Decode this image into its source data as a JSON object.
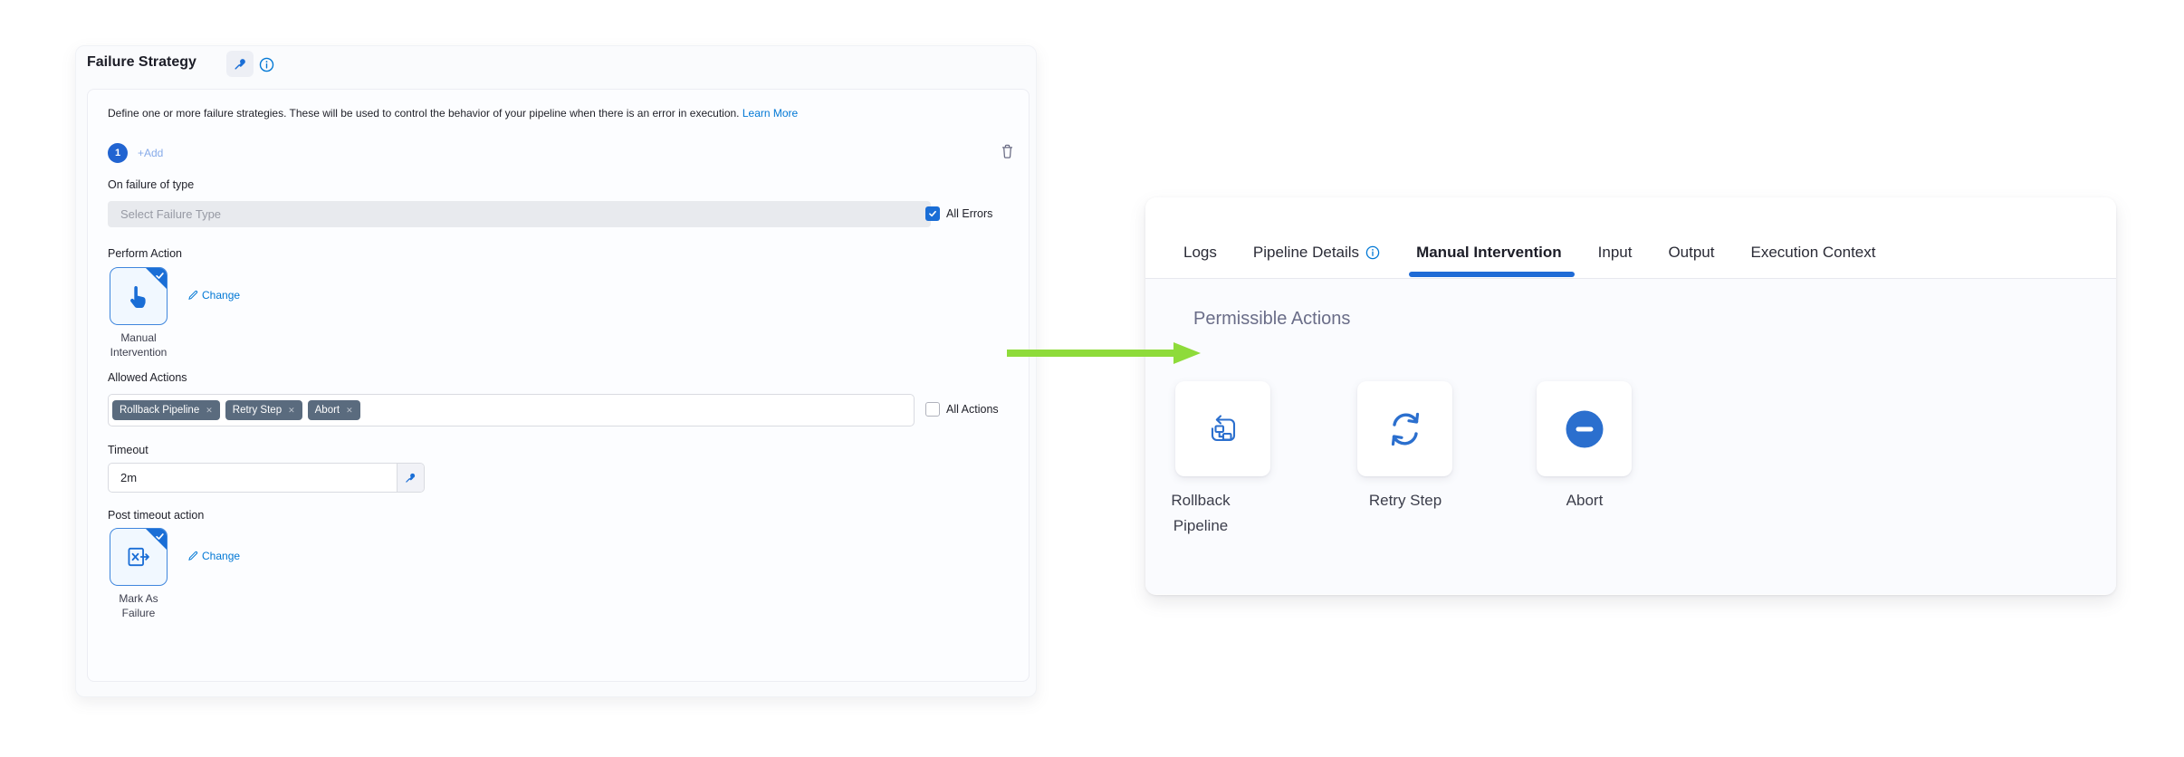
{
  "left_panel": {
    "title": "Failure Strategy",
    "description": "Define one or more failure strategies. These will be used to control the behavior of your pipeline when there is an error in execution.",
    "learn_more": "Learn More",
    "strategy_index": "1",
    "add_label": "+Add",
    "fields": {
      "failure_type_label": "On failure of type",
      "failure_type_placeholder": "Select Failure Type",
      "all_errors_label": "All Errors",
      "perform_action_label": "Perform Action",
      "perform_action_change": "Change",
      "perform_action_name": "Manual Intervention",
      "allowed_actions_label": "Allowed Actions",
      "allowed_actions_tags": [
        "Rollback Pipeline",
        "Retry Step",
        "Abort"
      ],
      "all_actions_label": "All Actions",
      "timeout_label": "Timeout",
      "timeout_value": "2m",
      "post_timeout_label": "Post timeout action",
      "post_timeout_change": "Change",
      "post_timeout_name": "Mark As Failure"
    }
  },
  "right_panel": {
    "tabs": [
      {
        "label": "Logs"
      },
      {
        "label": "Pipeline Details"
      },
      {
        "label": "Manual Intervention"
      },
      {
        "label": "Input"
      },
      {
        "label": "Output"
      },
      {
        "label": "Execution Context"
      }
    ],
    "active_tab": "Manual Intervention",
    "heading": "Permissible Actions",
    "actions": [
      {
        "label": "Rollback Pipeline",
        "icon": "rollback-pipeline-icon"
      },
      {
        "label": "Retry Step",
        "icon": "retry-step-icon"
      },
      {
        "label": "Abort",
        "icon": "abort-icon"
      }
    ]
  },
  "colors": {
    "accent_blue": "#1a6ed6",
    "link_blue": "#0278d5",
    "icon_blue": "#2b6fce",
    "tag_slate": "#5a6b7e",
    "arrow_green": "#8edb3a"
  }
}
